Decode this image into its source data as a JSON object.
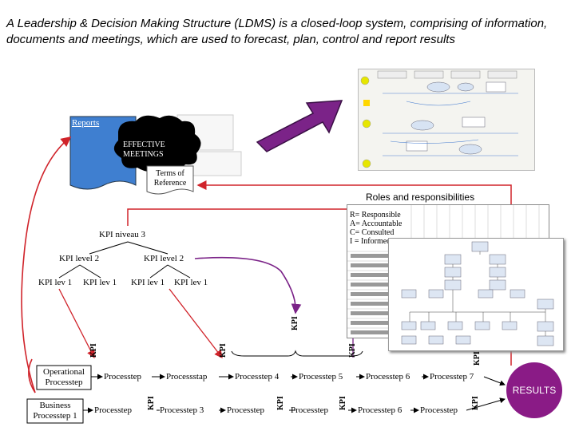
{
  "title": "A Leadership & Decision Making Structure (LDMS) is a closed-loop system, comprising of information, documents and meetings, which are used to forecast, plan, control and report results",
  "left_diagram": {
    "reports": "Reports",
    "meetings_line1": "EFFECTIVE",
    "meetings_line2": "MEETINGS",
    "terms_line1": "Terms of",
    "terms_line2": "Reference"
  },
  "roles": {
    "heading": "Roles and responsibilities",
    "legend": [
      "R= Responsible",
      "A= Accountable",
      "C= Consulted",
      "I = Informed"
    ]
  },
  "kpi_tree": {
    "niveau": "KPI niveau 3",
    "level2": [
      "KPI level 2",
      "KPI level 2"
    ],
    "level1": [
      "KPI lev 1",
      "KPI lev 1",
      "KPI lev 1",
      "KPI lev 1"
    ]
  },
  "kpi_tag": "KPI",
  "processes": {
    "operational": "Operational\nProcesstep",
    "business": "Business\nProcesstep 1",
    "top": [
      "Processtep",
      "Processstap",
      "Processtep 4",
      "Processtep 5",
      "Processtep 6",
      "Processtep 7"
    ],
    "bottom": [
      "Processtep",
      "Processtep 3",
      "Processtep",
      "Processtep",
      "Processtep 6",
      "Processtep"
    ]
  },
  "results": "RESULTS",
  "colors": {
    "arrow_purple": "#7b2388",
    "results": "#8a1b86",
    "red_line": "#d0232a",
    "blue_doc": "#3f7fd0"
  }
}
